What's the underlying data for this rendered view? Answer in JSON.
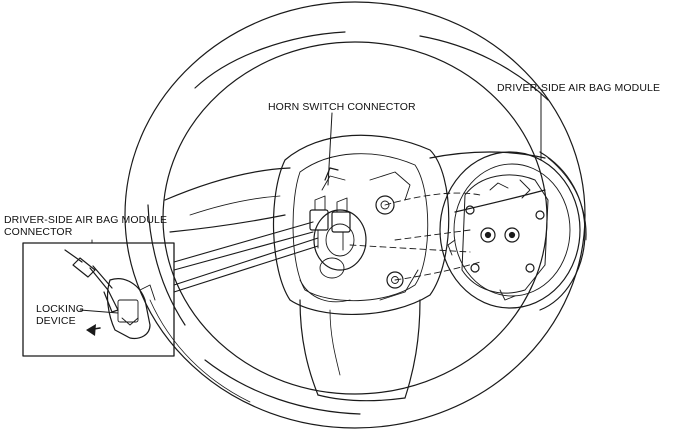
{
  "labels": {
    "horn_switch_connector": "HORN SWITCH CONNECTOR",
    "airbag_module": "DRIVER-SIDE AIR BAG MODULE",
    "airbag_module_connector_line1": "DRIVER-SIDE AIR BAG MODULE",
    "airbag_module_connector_line2": "CONNECTOR",
    "locking_device_line1": "LOCKING",
    "locking_device_line2": "DEVICE"
  },
  "colors": {
    "line": "#1a1a1a",
    "background": "#ffffff"
  }
}
